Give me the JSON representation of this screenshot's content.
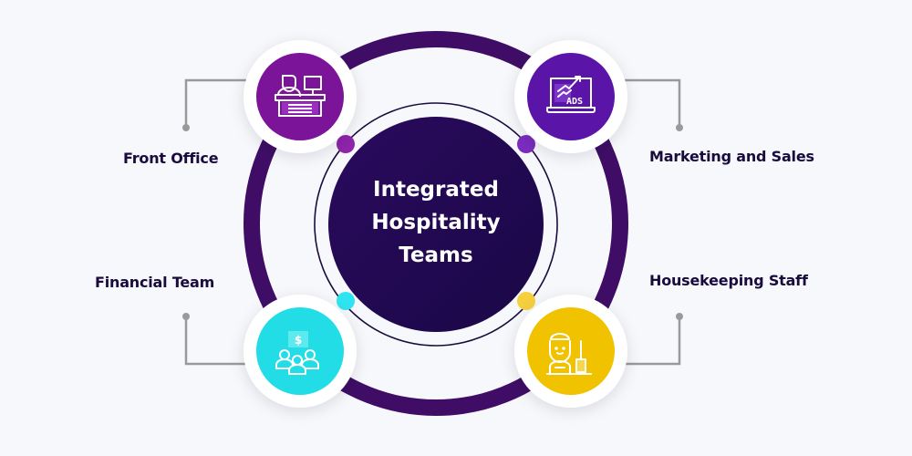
{
  "diagram": {
    "title_lines": [
      "Integrated",
      "Hospitality",
      "Teams"
    ],
    "colors": {
      "background": "#f7f8fb",
      "ring": "#3f0d66",
      "center_fill": "#200a52",
      "label_text": "#1a0b3d",
      "connector": "#9a9a9a"
    },
    "nodes": [
      {
        "label": "Front Office",
        "icon": "front-desk-receptionist-icon",
        "color": "#7b1499",
        "dot_color": "#8e24aa"
      },
      {
        "label": "Marketing and Sales",
        "icon": "laptop-ads-growth-icon",
        "color": "#5b14a8",
        "dot_color": "#7b2cc0"
      },
      {
        "label": "Financial Team",
        "icon": "team-dollar-icon",
        "color": "#22dde6",
        "dot_color": "#2ee4f0"
      },
      {
        "label": "Housekeeping Staff",
        "icon": "housekeeper-broom-icon",
        "color": "#f0c200",
        "dot_color": "#f5cf3c"
      }
    ],
    "icon_text": {
      "ads": "ADS",
      "dollar": "$"
    }
  }
}
